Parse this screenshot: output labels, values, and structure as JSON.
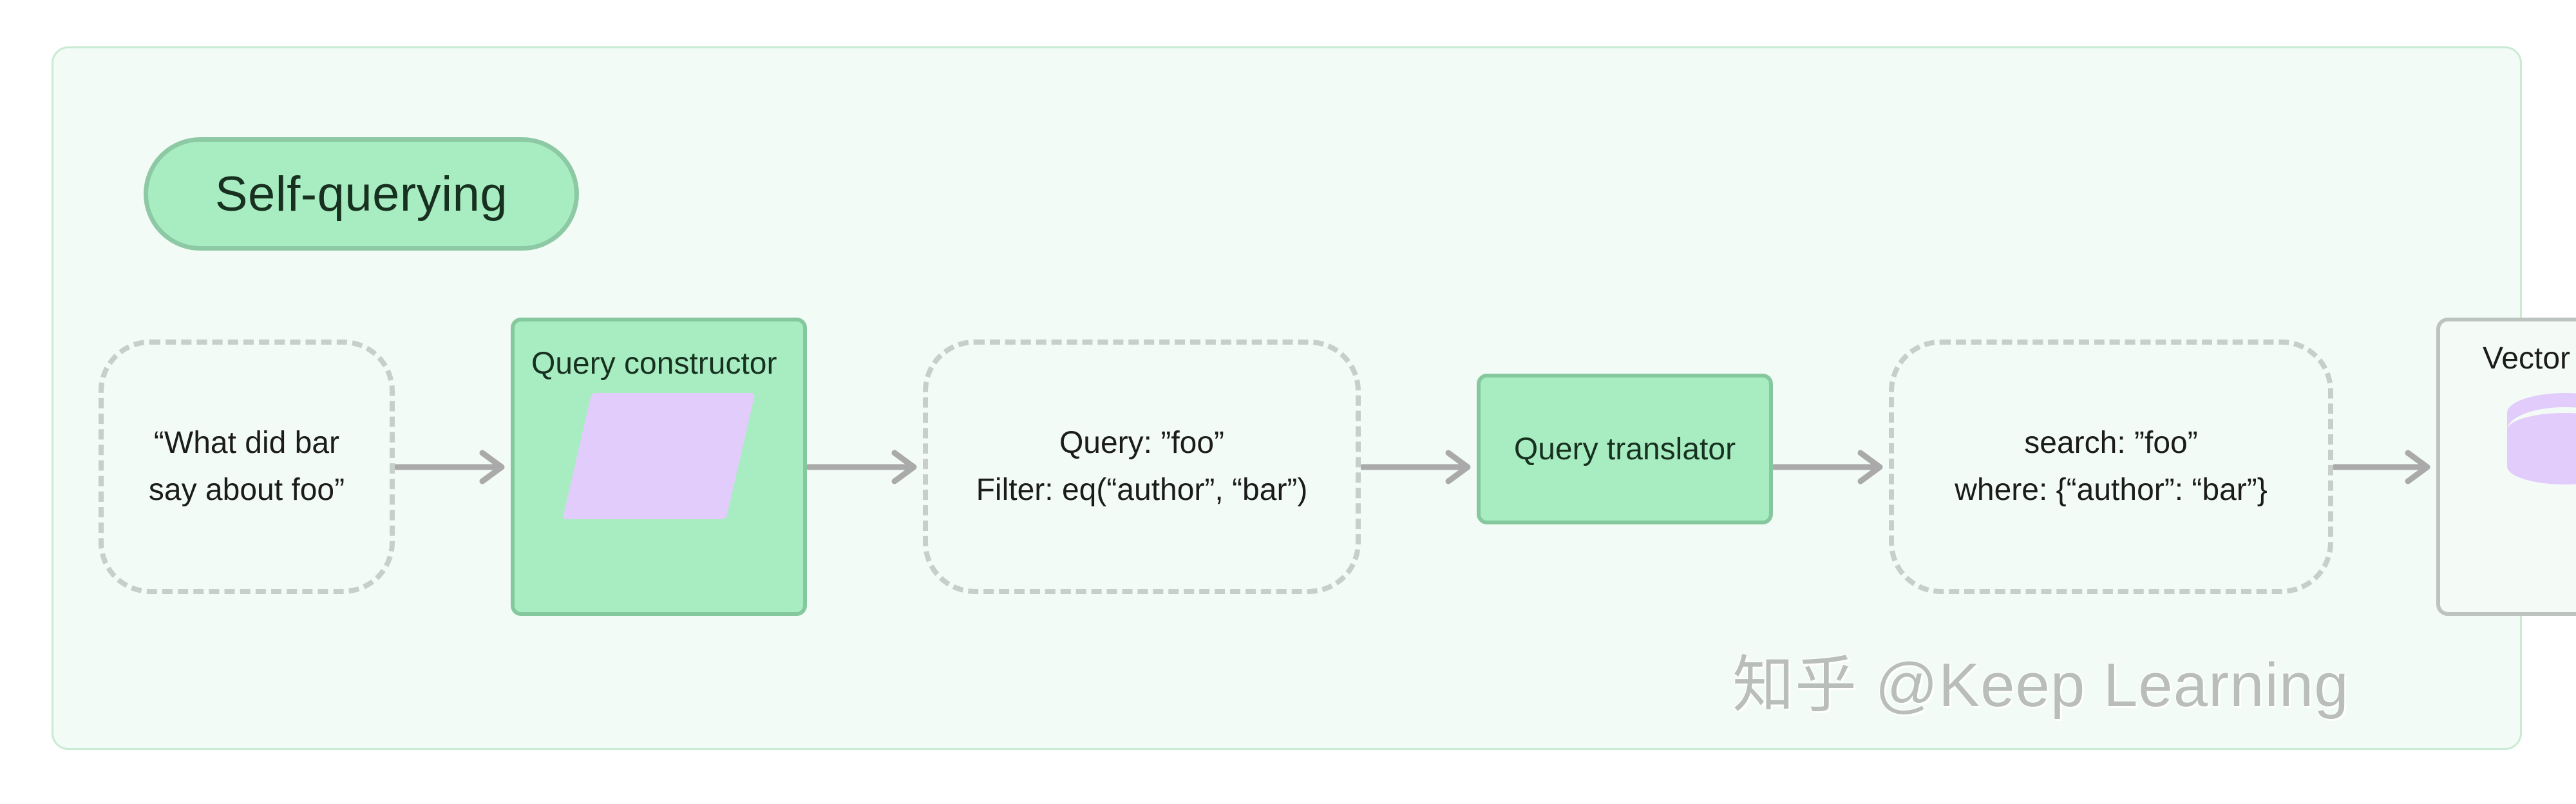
{
  "title_pill": {
    "label": "Self-querying"
  },
  "colors": {
    "card_background": "#f2fbf5",
    "card_border": "#c9ebd4",
    "pill_fill": "#a8edc1",
    "pill_border": "#8cc9a4",
    "node_green_fill": "#a8edc1",
    "node_green_border": "#86c89e",
    "node_dashed_border": "#c6cfcc",
    "store_border": "#bcc4c2",
    "llm_purple": "#e2ccfb",
    "arrow_gray": "#aaaaaa",
    "text_dark": "#1b1b1b",
    "watermark_gray": "#b9bebb"
  },
  "nodes": [
    {
      "id": "user-question",
      "kind": "dashed",
      "text": "“What did bar\nsay about foo”"
    },
    {
      "id": "query-constructor",
      "kind": "green",
      "title": "Query constructor",
      "icon": "llm-parallelogram-icon"
    },
    {
      "id": "structured-query",
      "kind": "dashed",
      "text": "Query: ”foo”\nFilter: eq(“author”, “bar”)"
    },
    {
      "id": "query-translator",
      "kind": "green",
      "title": "Query translator"
    },
    {
      "id": "native-query",
      "kind": "dashed",
      "text": "search: ”foo”\nwhere: {“author”: “bar”}"
    },
    {
      "id": "vector-store",
      "kind": "store",
      "title": "Vector store",
      "icon": "database-cylinder-icon"
    }
  ],
  "connectors": [
    {
      "id": "arrow-1",
      "from": "user-question",
      "to": "query-constructor"
    },
    {
      "id": "arrow-2",
      "from": "query-constructor",
      "to": "structured-query"
    },
    {
      "id": "arrow-3",
      "from": "structured-query",
      "to": "query-translator"
    },
    {
      "id": "arrow-4",
      "from": "query-translator",
      "to": "native-query"
    },
    {
      "id": "arrow-5",
      "from": "native-query",
      "to": "vector-store"
    }
  ],
  "watermark": {
    "text": "知乎 @Keep Learning"
  }
}
